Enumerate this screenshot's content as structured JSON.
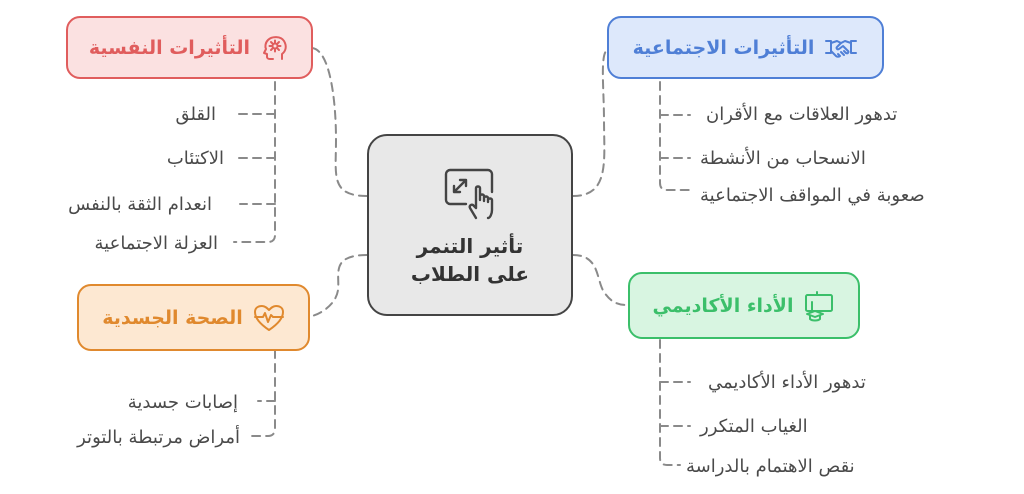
{
  "center": {
    "title": "تأثير التنمر على الطلاب",
    "icon": "resize-hand-icon"
  },
  "branches": {
    "psychological": {
      "title": "التأثيرات النفسية",
      "icon": "brain-head-icon",
      "color": "#e05d5d",
      "fill": "#fbe1e1",
      "items": [
        "القلق",
        "الاكتئاب",
        "انعدام الثقة بالنفس",
        "العزلة الاجتماعية"
      ]
    },
    "social": {
      "title": "التأثيرات الاجتماعية",
      "icon": "handshake-icon",
      "color": "#4f7fd6",
      "fill": "#dde8fb",
      "items": [
        "تدهور العلاقات مع الأقران",
        "الانسحاب من الأنشطة",
        "صعوبة في المواقف الاجتماعية"
      ]
    },
    "physical": {
      "title": "الصحة الجسدية",
      "icon": "heartbeat-icon",
      "color": "#e0892e",
      "fill": "#fde8d2",
      "items": [
        "إصابات جسدية",
        "أمراض مرتبطة بالتوتر"
      ]
    },
    "academic": {
      "title": "الأداء الأكاديمي",
      "icon": "teacher-board-icon",
      "color": "#3bbf6a",
      "fill": "#d8f5e1",
      "items": [
        "تدهور الأداء الأكاديمي",
        "الغياب المتكرر",
        "نقص الاهتمام بالدراسة"
      ]
    }
  }
}
